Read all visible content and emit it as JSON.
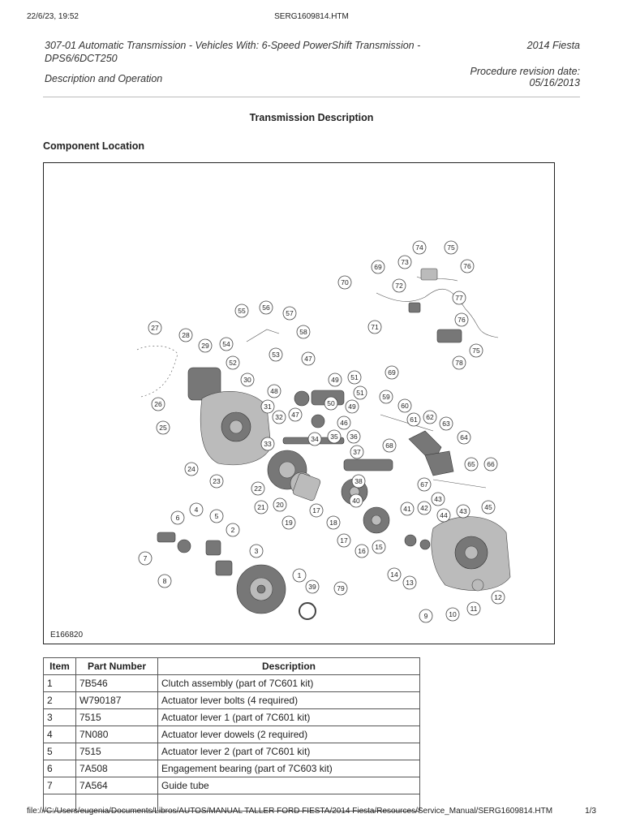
{
  "print_header": {
    "timestamp": "22/6/23, 19:52",
    "filename": "SERG1609814.HTM"
  },
  "document": {
    "title": "307-01 Automatic Transmission - Vehicles With: 6-Speed PowerShift Transmission - DPS6/6DCT250",
    "vehicle": "2014 Fiesta",
    "doc_type": "Description and Operation",
    "revision_label": "Procedure revision date:",
    "revision_date": "05/16/2013"
  },
  "section_title": "Transmission Description",
  "subheading": "Component Location",
  "figure": {
    "id": "E166820",
    "callouts": [
      "1",
      "2",
      "3",
      "4",
      "5",
      "6",
      "7",
      "8",
      "9",
      "10",
      "11",
      "12",
      "13",
      "14",
      "15",
      "16",
      "17",
      "18",
      "19",
      "20",
      "21",
      "22",
      "23",
      "24",
      "25",
      "26",
      "27",
      "28",
      "29",
      "30",
      "31",
      "32",
      "33",
      "34",
      "35",
      "36",
      "37",
      "38",
      "39",
      "40",
      "41",
      "42",
      "43",
      "44",
      "45",
      "46",
      "47",
      "48",
      "49",
      "50",
      "51",
      "52",
      "53",
      "54",
      "55",
      "56",
      "57",
      "58",
      "59",
      "60",
      "61",
      "62",
      "63",
      "64",
      "65",
      "66",
      "67",
      "68",
      "69",
      "70",
      "71",
      "72",
      "73",
      "74",
      "75",
      "76",
      "77",
      "78",
      "79"
    ]
  },
  "table": {
    "headers": {
      "item": "Item",
      "part_number": "Part Number",
      "description": "Description"
    },
    "rows": [
      {
        "item": "1",
        "part_number": "7B546",
        "description": "Clutch assembly (part of 7C601 kit)"
      },
      {
        "item": "2",
        "part_number": "W790187",
        "description": "Actuator lever bolts (4 required)"
      },
      {
        "item": "3",
        "part_number": "7515",
        "description": "Actuator lever 1 (part of 7C601 kit)"
      },
      {
        "item": "4",
        "part_number": "7N080",
        "description": "Actuator lever dowels (2 required)"
      },
      {
        "item": "5",
        "part_number": "7515",
        "description": "Actuator lever 2 (part of 7C601 kit)"
      },
      {
        "item": "6",
        "part_number": "7A508",
        "description": "Engagement bearing (part of 7C603 kit)"
      },
      {
        "item": "7",
        "part_number": "7A564",
        "description": "Guide tube"
      },
      {
        "item": "",
        "part_number": "",
        "description": ""
      }
    ]
  },
  "print_footer": {
    "path": "file:///C:/Users/eugenia/Documents/Libros/AUTOS/MANUAL TALLER FORD FIESTA/2014 Fiesta/Resources/Service_Manual/SERG1609814.HTM",
    "page": "1/3"
  }
}
